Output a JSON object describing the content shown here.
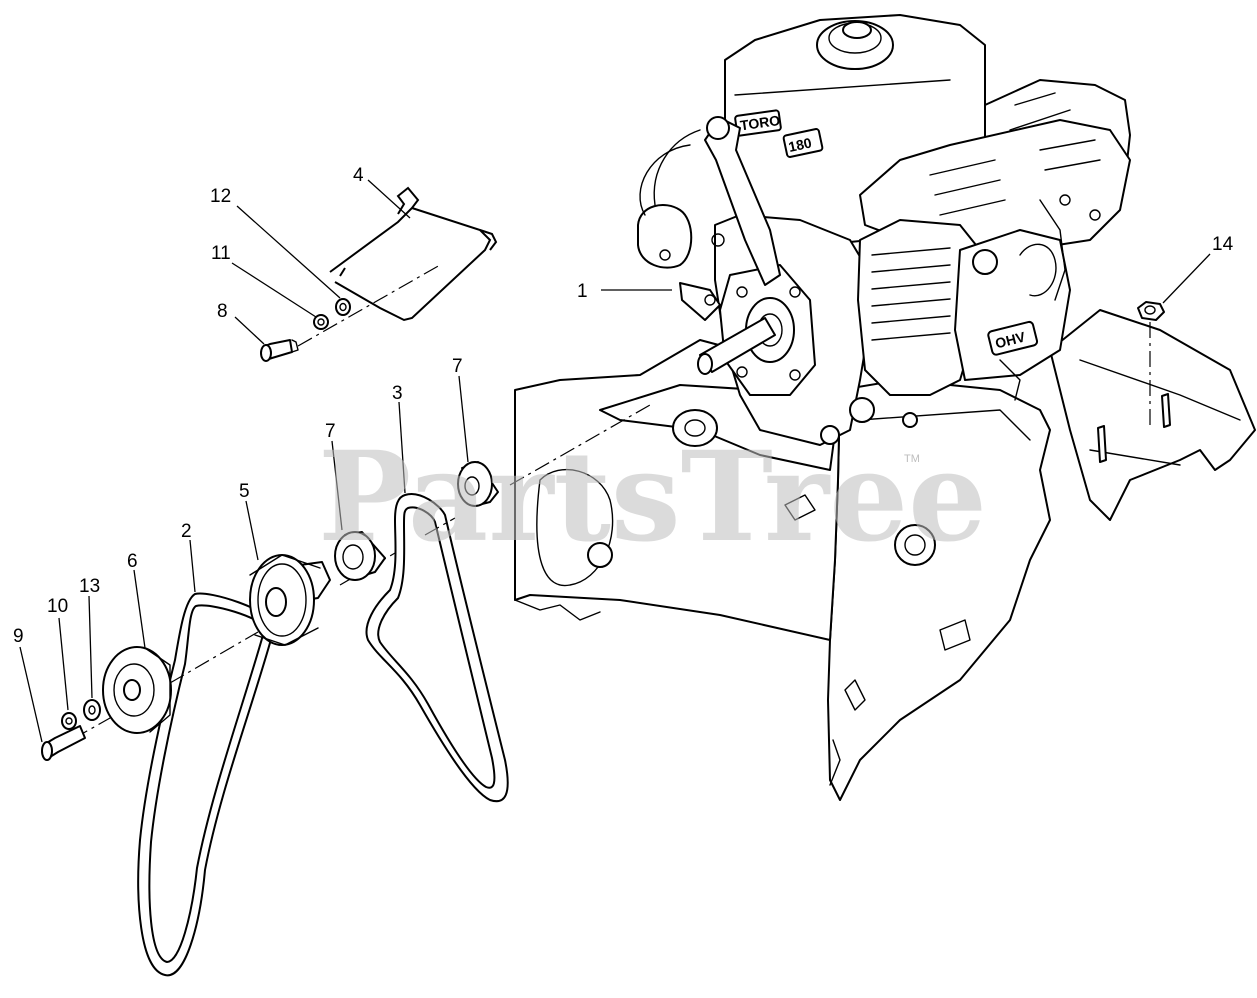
{
  "watermark": {
    "text": "PartsTree",
    "trademark": "TM"
  },
  "engine": {
    "brand_logo": "TORO",
    "model_logo": "180",
    "valve_badge": "OHV"
  },
  "callouts": [
    {
      "id": "1",
      "label": "1"
    },
    {
      "id": "2",
      "label": "2"
    },
    {
      "id": "3",
      "label": "3"
    },
    {
      "id": "4",
      "label": "4"
    },
    {
      "id": "5",
      "label": "5"
    },
    {
      "id": "6",
      "label": "6"
    },
    {
      "id": "7a",
      "label": "7"
    },
    {
      "id": "7b",
      "label": "7"
    },
    {
      "id": "8",
      "label": "8"
    },
    {
      "id": "9",
      "label": "9"
    },
    {
      "id": "10",
      "label": "10"
    },
    {
      "id": "11",
      "label": "11"
    },
    {
      "id": "12",
      "label": "12"
    },
    {
      "id": "13",
      "label": "13"
    },
    {
      "id": "14",
      "label": "14"
    }
  ]
}
